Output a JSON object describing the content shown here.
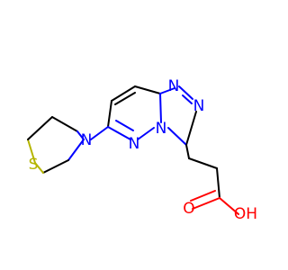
{
  "diagram": {
    "colors": {
      "carbon_bond": "#000000",
      "nitrogen": "#0000ff",
      "oxygen": "#ff0000",
      "sulfur": "#b5b500",
      "background": "#ffffff"
    },
    "atoms": [
      {
        "id": "s1",
        "label": "S",
        "element": "S"
      },
      {
        "id": "n_morph",
        "label": "N",
        "element": "N"
      },
      {
        "id": "n_py1",
        "label": "N",
        "element": "N"
      },
      {
        "id": "n_tri_top1",
        "label": "N",
        "element": "N"
      },
      {
        "id": "n_tri_top2",
        "label": "N",
        "element": "N"
      },
      {
        "id": "n_bridge",
        "label": "N",
        "element": "N"
      },
      {
        "id": "o_carbonyl",
        "label": "O",
        "element": "O"
      },
      {
        "id": "oh",
        "label": "OH",
        "element": "O"
      }
    ]
  }
}
